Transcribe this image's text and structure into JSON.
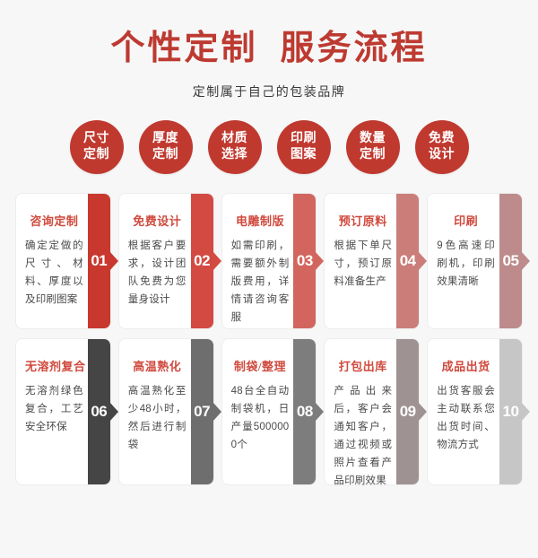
{
  "header": {
    "title": "个性定制  服务流程",
    "subtitle": "定制属于自己的包装品牌",
    "title_color": "#bd3a31",
    "subtitle_color": "#3a3a3a"
  },
  "badges": {
    "circle_color": "#c0392f",
    "text_color": "#ffffff",
    "items": [
      {
        "line1": "尺寸",
        "line2": "定制"
      },
      {
        "line1": "厚度",
        "line2": "定制"
      },
      {
        "line1": "材质",
        "line2": "选择"
      },
      {
        "line1": "印刷",
        "line2": "图案"
      },
      {
        "line1": "数量",
        "line2": "定制"
      },
      {
        "line1": "免费",
        "line2": "设计"
      }
    ]
  },
  "steps": {
    "row1": [
      {
        "number": "01",
        "title": "咨询定制",
        "text": "确定定做的尺寸、材料、厚度以及印刷图案",
        "tab_color": "#c8382f"
      },
      {
        "number": "02",
        "title": "免费设计",
        "text": "根据客户要求，设计团队免费为您量身设计",
        "tab_color": "#d24a42"
      },
      {
        "number": "03",
        "title": "电雕制版",
        "text": "如需印刷，需要额外制版费用，详情请咨询客服",
        "tab_color": "#d2665f"
      },
      {
        "number": "04",
        "title": "预订原料",
        "text": "根据下单尺寸，预订原料准备生产",
        "tab_color": "#cb7d79"
      },
      {
        "number": "05",
        "title": "印刷",
        "text": "9色高速印刷机，印刷效果清晰",
        "tab_color": "#bd8b8b"
      }
    ],
    "row2": [
      {
        "number": "06",
        "title": "无溶剂复合",
        "text": "无溶剂绿色复合，工艺安全环保",
        "tab_color": "#454545"
      },
      {
        "number": "07",
        "title": "高温熟化",
        "text": "高温熟化至少48小时，然后进行制袋",
        "tab_color": "#6e6e6e"
      },
      {
        "number": "08",
        "title": "制袋/整理",
        "text": "48台全自动制袋机，日产量5000000个",
        "tab_color": "#7d7d7d"
      },
      {
        "number": "09",
        "title": "打包出库",
        "text": "产品出来后，客户会通知客户，通过视频或照片查看产品印刷效果",
        "tab_color": "#9e9392"
      },
      {
        "number": "10",
        "title": "成品出货",
        "text": "出货客服会主动联系您出货时间、物流方式",
        "tab_color": "#c6c6c6"
      }
    ]
  },
  "theme": {
    "background": "#f7f7f7",
    "card_background": "#ffffff",
    "card_title_color": "#d04a3e",
    "card_text_color": "#4a4a4a"
  }
}
